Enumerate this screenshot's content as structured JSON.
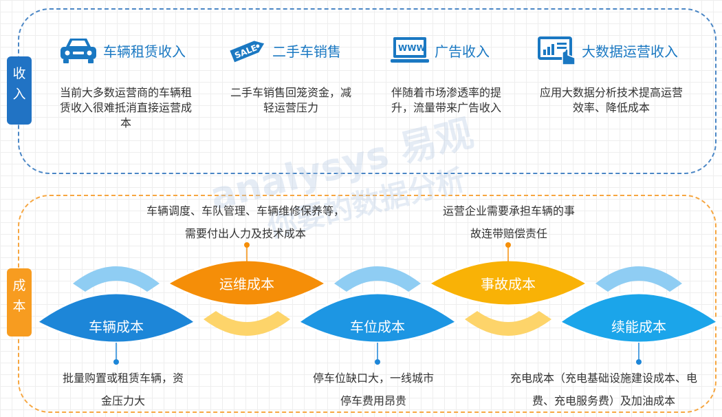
{
  "income": {
    "tag": [
      "收",
      "入"
    ],
    "items": [
      {
        "icon": "car-icon",
        "title": "车辆租赁收入",
        "desc": "当前大多数运营商的车辆租赁收入很难抵消直接运营成本"
      },
      {
        "icon": "sale-tag-icon",
        "icon_text": "SALE",
        "title": "二手车销售",
        "desc": "二手车销售回笼资金，减轻运营压力"
      },
      {
        "icon": "www-monitor-icon",
        "icon_text": "WWW",
        "title": "广告收入",
        "desc": "伴随着市场渗透率的提升，流量带来广告收入"
      },
      {
        "icon": "data-tablet-icon",
        "title": "大数据运营收入",
        "desc": "应用大数据分析技术提高运营效率、降低成本"
      }
    ]
  },
  "cost": {
    "tag": [
      "成",
      "本"
    ],
    "segments": [
      {
        "label": "车辆成本",
        "color": "#1d86d8",
        "position": "bottom"
      },
      {
        "label": "运维成本",
        "color": "#f58e08",
        "position": "top"
      },
      {
        "label": "车位成本",
        "color": "#1d96e3",
        "position": "bottom"
      },
      {
        "label": "事故成本",
        "color": "#f9b206",
        "position": "top"
      },
      {
        "label": "续能成本",
        "color": "#1ba5ea",
        "position": "bottom"
      }
    ],
    "notes_top": [
      {
        "text": "车辆调度、车队管理、车辆维修保养等，需要付出人力及技术成本"
      },
      {
        "text": "运营企业需要承担车辆的事故连带赔偿责任"
      }
    ],
    "notes_bottom": [
      {
        "text": "批量购置或租赁车辆，资金压力大"
      },
      {
        "text": "停车位缺口大，一线城市停车费用昂贵"
      },
      {
        "text": "充电成本（充电基础设施建设成本、电费、充电服务费）及加油成本"
      }
    ]
  },
  "watermark": {
    "brand": "analysys 易观",
    "slogan": "你要的数据分析"
  },
  "colors": {
    "blue": "#1a78c2",
    "orange": "#f79c20",
    "light_blue": "#8fcdf3",
    "light_orange": "#fdd46a"
  }
}
